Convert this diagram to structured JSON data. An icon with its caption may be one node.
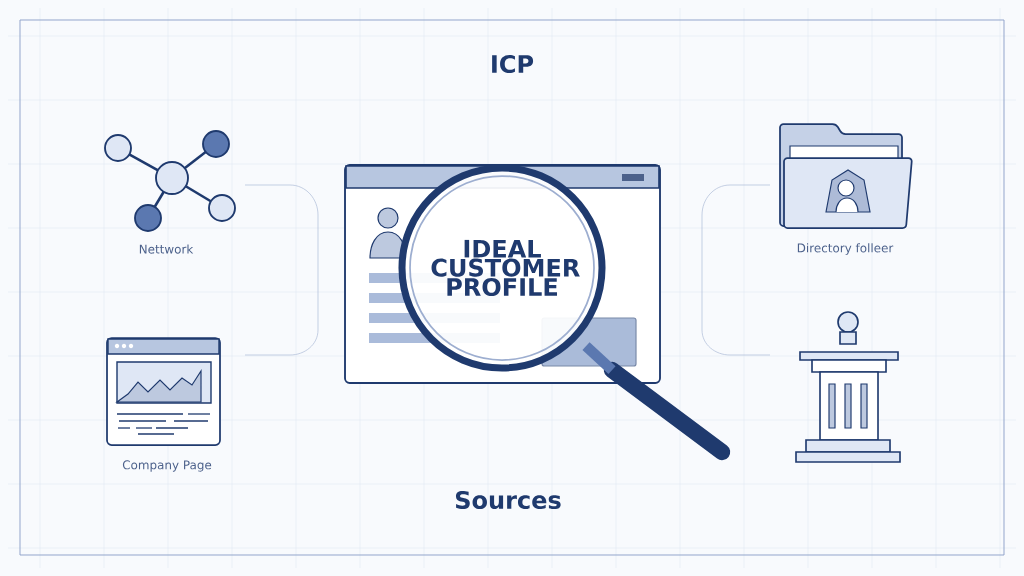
{
  "diagram": {
    "title": "ICP",
    "nodes": [
      {
        "text": [],
        "shape": "picture",
        "beside": [
          "Nettwork"
        ]
      },
      {
        "text": [
          "IDEAL CUSTOMER PROFILE"
        ]
      },
      {
        "text": [],
        "shape": "picture",
        "beside": [
          "Directory folleer"
        ]
      },
      {
        "text": [],
        "shape": "picture",
        "beside": [
          "Company Page"
        ]
      },
      {
        "text": [],
        "shape": "picture"
      }
    ],
    "labels": [
      "Sources"
    ]
  }
}
